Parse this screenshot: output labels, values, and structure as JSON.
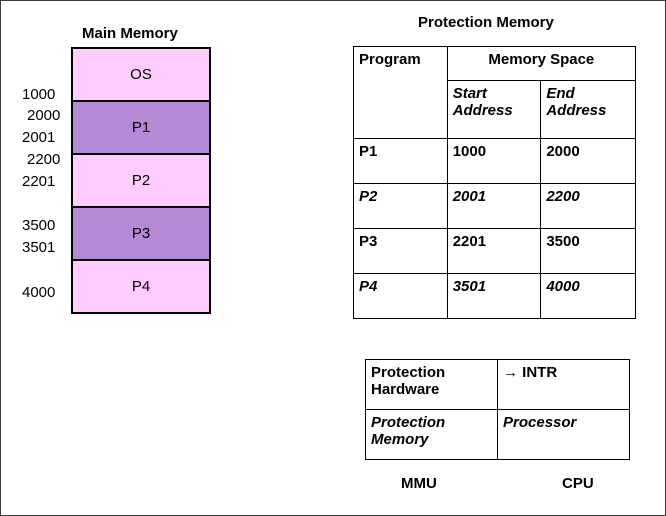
{
  "main_memory": {
    "title": "Main Memory",
    "segments": [
      {
        "label": "OS",
        "color": "#ffccff"
      },
      {
        "label": "P1",
        "color": "#b48ad6"
      },
      {
        "label": "P2",
        "color": "#ffccff"
      },
      {
        "label": "P3",
        "color": "#b48ad6"
      },
      {
        "label": "P4",
        "color": "#ffccff"
      }
    ],
    "addresses": [
      "1000",
      "2000",
      "2001",
      "2200",
      "2201",
      "3500",
      "3501",
      "4000"
    ]
  },
  "protection_memory": {
    "title": "Protection Memory",
    "header": {
      "program": "Program",
      "memory_space": "Memory Space",
      "start": "Start Address",
      "end": "End Address"
    },
    "rows": [
      {
        "program": "P1",
        "start": "1000",
        "end": "2000"
      },
      {
        "program": "P2",
        "start": "2001",
        "end": "2200"
      },
      {
        "program": "P3",
        "start": "2201",
        "end": "3500"
      },
      {
        "program": "P4",
        "start": "3501",
        "end": "4000"
      }
    ]
  },
  "hardware": {
    "protection_hardware": "Protection Hardware",
    "intr": "→ INTR",
    "protection_memory": "Protection Memory",
    "processor": "Processor",
    "mmu_label": "MMU",
    "cpu_label": "CPU"
  }
}
